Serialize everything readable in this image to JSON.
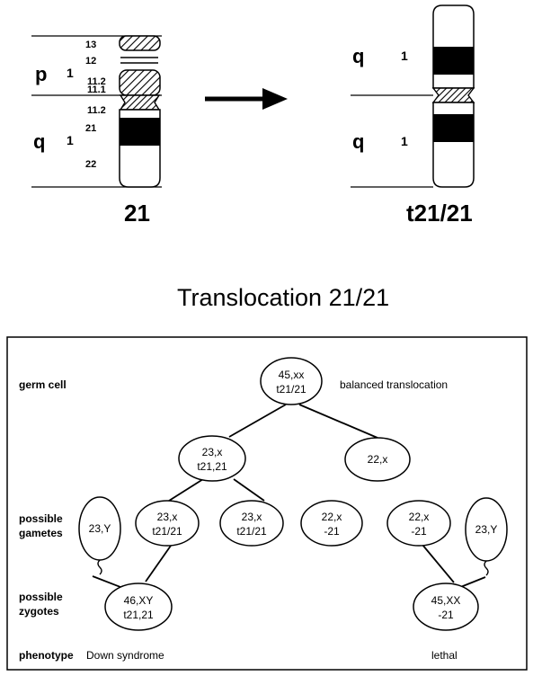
{
  "chromosome_left": {
    "name": "21",
    "arm_p": "p",
    "arm_p_region": "1",
    "arm_q": "q",
    "arm_q_region": "1",
    "bands": {
      "b13": "13",
      "b12": "12",
      "b11_2p": "11.2",
      "b11_1": "11.1",
      "b11_2q": "11.2",
      "b21": "21",
      "b22": "22"
    }
  },
  "chromosome_right": {
    "name": "t21/21",
    "arm_top": "q",
    "arm_top_region": "1",
    "arm_bottom": "q",
    "arm_bottom_region": "1"
  },
  "title": "Translocation 21/21",
  "pedigree": {
    "labels": {
      "germ_cell": "germ cell",
      "possible_gametes_1": "possible",
      "possible_gametes_2": "gametes",
      "possible_zygotes_1": "possible",
      "possible_zygotes_2": "zygotes",
      "phenotype": "phenotype"
    },
    "germ": {
      "line1": "45,xx",
      "line2": "t21/21",
      "note": "balanced translocation"
    },
    "level2_left": {
      "line1": "23,x",
      "line2": "t21,21"
    },
    "level2_right": {
      "line1": "22,x"
    },
    "g1": {
      "line1": "23,x",
      "line2": "t21/21"
    },
    "g2": {
      "line1": "23,x",
      "line2": "t21/21"
    },
    "g3": {
      "line1": "22,x",
      "line2": "-21"
    },
    "g4": {
      "line1": "22,x",
      "line2": "-21"
    },
    "sperm_left": {
      "line1": "23,Y"
    },
    "sperm_right": {
      "line1": "23,Y"
    },
    "zygote_left": {
      "line1": "46,XY",
      "line2": "t21,21"
    },
    "zygote_right": {
      "line1": "45,XX",
      "line2": "-21"
    },
    "phenotype_left": "Down syndrome",
    "phenotype_right": "lethal"
  }
}
